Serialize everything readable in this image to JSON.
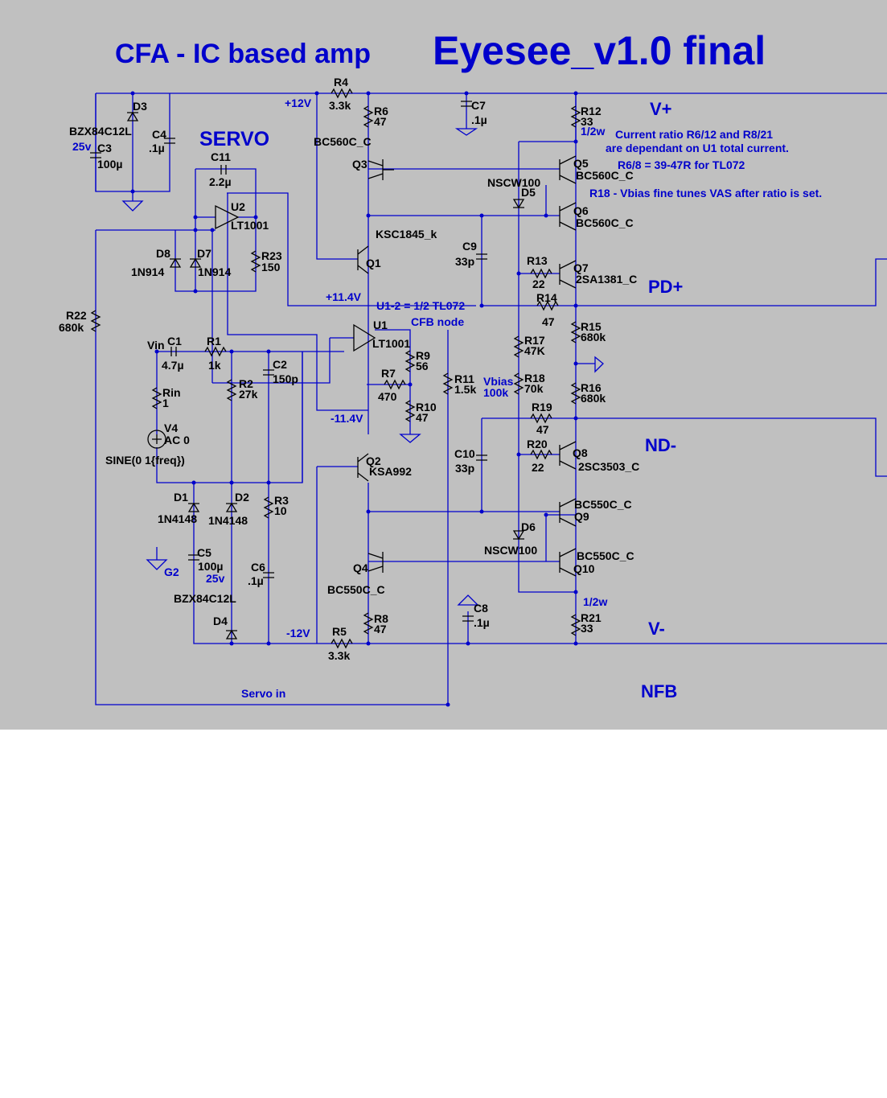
{
  "title": "CFA - IC based amp",
  "subtitle": "Eyesee_v1.0 final",
  "servo_label": "SERVO",
  "net_labels": {
    "vplus": "V+",
    "vminus": "V-",
    "pd": "PD+",
    "nd": "ND-",
    "nfb": "NFB",
    "p12": "+12V",
    "m12": "-12V",
    "p114": "+11.4V",
    "m114": "-11.4V",
    "g2": "G2",
    "servo_in": "Servo in",
    "cfb": "CFB node",
    "u12": "U1-2 = 1/2 TL072",
    "vin": "Vin",
    "w1": "1/2w",
    "w2": "1/2w"
  },
  "notes": {
    "n1": "Current ratio R6/12 and R8/21",
    "n2": "are dependant on U1 total current.",
    "n3": "R6/8 = 39-47R for TL072",
    "n4": "R18 - Vbias fine tunes VAS after ratio is set."
  },
  "components": {
    "d3": "D3",
    "bzx1": "BZX84C12L",
    "v25a": "25v",
    "c3": "C3",
    "c3v": "100µ",
    "c4": "C4",
    "c4v": ".1µ",
    "c11": "C11",
    "c11v": "2.2µ",
    "u2": "U2",
    "u2v": "LT1001",
    "d8": "D8",
    "d8v": "1N914",
    "d7": "D7",
    "d7v": "1N914",
    "r23": "R23",
    "r23v": "150",
    "r22": "R22",
    "r22v": "680k",
    "c1": "C1",
    "c1v": "4.7µ",
    "r1": "R1",
    "r1v": "1k",
    "r2": "R2",
    "r2v": "27k",
    "c2": "C2",
    "c2v": "150p",
    "rin": "Rin",
    "rinv": "1",
    "v4": "V4",
    "v4v": "AC 0",
    "sine": "SINE(0 1{freq})",
    "d1": "D1",
    "d1v": "1N4148",
    "d2": "D2",
    "d2v": "1N4148",
    "r3": "R3",
    "r3v": "10",
    "c5": "C5",
    "c5v": "100µ",
    "v25b": "25v",
    "c6": "C6",
    "c6v": ".1µ",
    "bzx2": "BZX84C12L",
    "d4": "D4",
    "r4": "R4",
    "r4v": "3.3k",
    "r6": "R6",
    "r6v": "47",
    "q3v": "BC560C_C",
    "q3": "Q3",
    "q1v": "KSC1845_k",
    "q1": "Q1",
    "c7": "C7",
    "c7v": ".1µ",
    "u1": "U1",
    "u1v": "LT1001",
    "r9": "R9",
    "r9v": "56",
    "r7": "R7",
    "r7v": "470",
    "r10": "R10",
    "r10v": "47",
    "r11": "R11",
    "r11v": "1.5k",
    "q2": "Q2",
    "q2v": "KSA992",
    "q4": "Q4",
    "q4v": "BC550C_C",
    "r8": "R8",
    "r8v": "47",
    "r5": "R5",
    "r5v": "3.3k",
    "c8": "C8",
    "c8v": ".1µ",
    "r12": "R12",
    "r12v": "33",
    "q5": "Q5",
    "q5v": "BC560C_C",
    "d5": "D5",
    "nscw1": "NSCW100",
    "q6": "Q6",
    "q6v": "BC560C_C",
    "c9": "C9",
    "c9v": "33p",
    "r13": "R13",
    "r13v": "22",
    "q7": "Q7",
    "q7v": "2SA1381_C",
    "r14": "R14",
    "r14v": "47",
    "r15": "R15",
    "r15v": "680k",
    "r17": "R17",
    "r17v": "47K",
    "vbias": "Vbias",
    "vbiasv": "100k",
    "r18": "R18",
    "r18v": "70k",
    "r16": "R16",
    "r16v": "680k",
    "r19": "R19",
    "r19v": "47",
    "c10": "C10",
    "c10v": "33p",
    "r20": "R20",
    "r20v": "22",
    "q8": "Q8",
    "q8v": "2SC3503_C",
    "q9v": "BC550C_C",
    "q9": "Q9",
    "d6": "D6",
    "nscw2": "NSCW100",
    "q10v": "BC550C_C",
    "q10": "Q10",
    "r21": "R21",
    "r21v": "33"
  }
}
